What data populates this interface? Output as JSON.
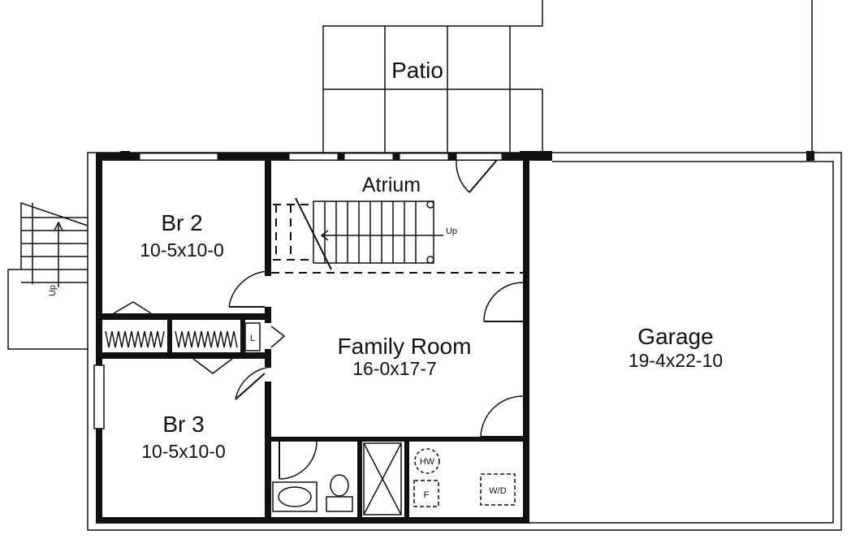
{
  "floorplan": {
    "rooms": [
      {
        "key": "patio",
        "name": "Patio",
        "dims": ""
      },
      {
        "key": "atrium",
        "name": "Atrium",
        "dims": ""
      },
      {
        "key": "br2",
        "name": "Br 2",
        "dims": "10-5x10-0"
      },
      {
        "key": "br3",
        "name": "Br 3",
        "dims": "10-5x10-0"
      },
      {
        "key": "family",
        "name": "Family Room",
        "dims": "16-0x17-7"
      },
      {
        "key": "garage",
        "name": "Garage",
        "dims": "19-4x22-10"
      }
    ],
    "labels": {
      "stair_up_interior": "Up",
      "stair_up_exterior": "Up",
      "linen": "L",
      "water_heater": "HW",
      "furnace": "F",
      "washer_dryer": "W/D"
    }
  }
}
